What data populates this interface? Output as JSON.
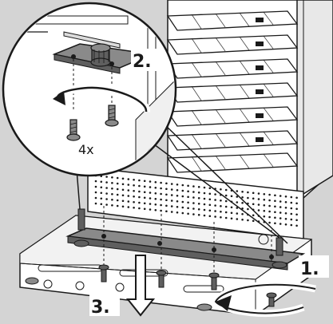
{
  "diagram": {
    "step_labels": [
      "1.",
      "2.",
      "3."
    ],
    "quantity_label": "4x",
    "colors": {
      "background": "#d4d4d4",
      "line": "#1a1a1a",
      "part": "#bdbdbd",
      "dark_part": "#8a8a8a",
      "white": "#ffffff"
    }
  }
}
